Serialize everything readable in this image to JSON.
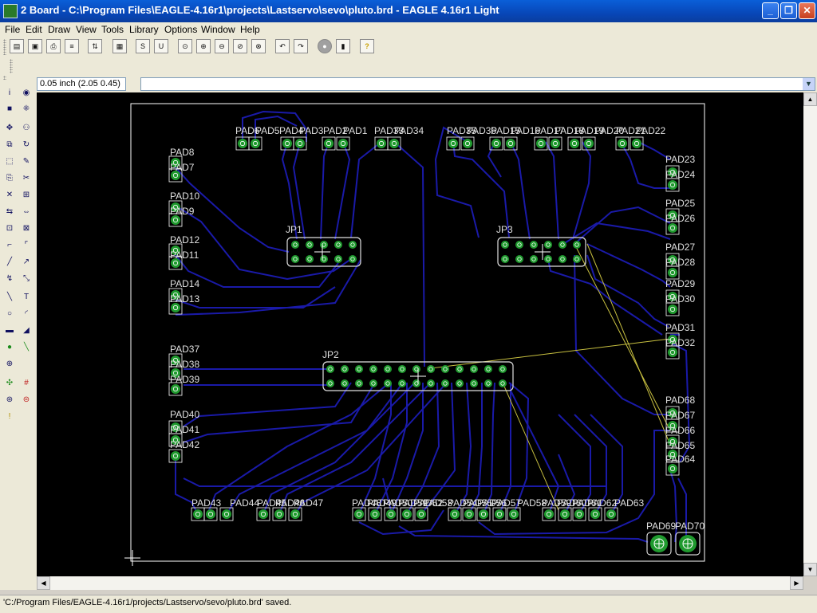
{
  "window": {
    "title": "2 Board - C:\\Program Files\\EAGLE-4.16r1\\projects\\Lastservo\\sevo\\pluto.brd - EAGLE 4.16r1 Light"
  },
  "menu": [
    "File",
    "Edit",
    "Draw",
    "View",
    "Tools",
    "Library",
    "Options",
    "Window",
    "Help"
  ],
  "coord": "0.05 inch (2.05 0.45)",
  "command_value": "",
  "status": "'C:/Program Files/EAGLE-4.16r1/projects/Lastservo/sevo/pluto.brd' saved.",
  "parts": {
    "jp1": "JP1",
    "jp2": "JP2",
    "jp3": "JP3",
    "top_labels": [
      "PAD6",
      "PAD5",
      "PAD4",
      "PAD3",
      "PAD2",
      "PAD1",
      "PAD33",
      "PAD34",
      "PAD35",
      "PAD36",
      "PAD15",
      "PAD16",
      "PAD17",
      "PAD18",
      "PAD19",
      "PAD20",
      "PAD21",
      "PAD22"
    ],
    "left_labels": [
      "PAD8",
      "PAD7",
      "PAD10",
      "PAD9",
      "PAD12",
      "PAD11",
      "PAD14",
      "PAD13",
      "PAD37",
      "PAD38",
      "PAD39",
      "PAD40",
      "PAD41",
      "PAD42"
    ],
    "right_labels": [
      "PAD23",
      "PAD24",
      "PAD25",
      "PAD26",
      "PAD27",
      "PAD28",
      "PAD29",
      "PAD30",
      "PAD31",
      "PAD32",
      "PAD68",
      "PAD67",
      "PAD66",
      "PAD65",
      "PAD64"
    ],
    "bottom_labels": [
      "PAD43",
      "PAD44",
      "PAD45",
      "PAD46",
      "PAD47",
      "PAD48",
      "PAD49",
      "PAD50",
      "PAD51",
      "PAD52",
      "PAD53",
      "PAD54",
      "PAD55",
      "PAD56",
      "PAD57",
      "PAD58",
      "PAD59",
      "PAD60",
      "PAD61",
      "PAD62",
      "PAD63"
    ],
    "pad69": "PAD69",
    "pad70": "PAD70"
  },
  "colors": {
    "canvas": "#000000",
    "trace": "#1a1aa8",
    "pad": "#1f9a2e",
    "outline": "#ffffff",
    "ratsnest": "#c8c040"
  }
}
